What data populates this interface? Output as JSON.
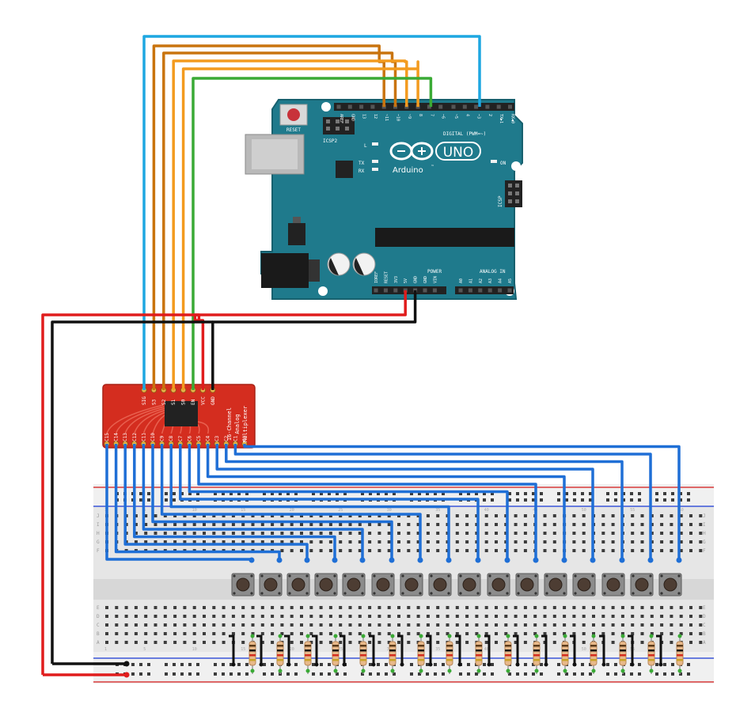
{
  "arduino": {
    "reset_label": "RESET",
    "icsp2_label": "ICSP2",
    "icsp_label": "ICSP",
    "logo_text": "UNO",
    "brand_text": "Arduino",
    "tm_text": "™",
    "digital_label": "DIGITAL (PWM=~)",
    "power_label": "POWER",
    "analog_label": "ANALOG IN",
    "led_l": "L",
    "led_tx": "TX",
    "led_rx": "RX",
    "led_on": "ON",
    "digital_pins": [
      "AREF",
      "GND",
      "13",
      "12",
      "~11",
      "~10",
      "~9",
      "8",
      "7",
      "~6",
      "~5",
      "4",
      "~3",
      "2",
      "TX▶1",
      "RX◀0"
    ],
    "power_pins": [
      "IOREF",
      "RESET",
      "3V3",
      "5V",
      "GND",
      "GND",
      "VIN"
    ],
    "analog_pins": [
      "A0",
      "A1",
      "A2",
      "A3",
      "A4",
      "A5"
    ],
    "board_color": "#1f7a8c"
  },
  "mux": {
    "top_pins": [
      "SIG",
      "S3",
      "S2",
      "S1",
      "S0",
      "EN",
      "VCC",
      "GND"
    ],
    "bottom_pins": [
      "C15",
      "C14",
      "C13",
      "C12",
      "C11",
      "C10",
      "C9",
      "C8",
      "C7",
      "C6",
      "C5",
      "C4",
      "C3",
      "C2",
      "C1",
      "C0"
    ],
    "label_line1": "16-Channel",
    "label_line2": "Analog",
    "label_line3": "Multiplexer",
    "board_color": "#d42d1f"
  },
  "breadboard": {
    "row_letters_top": [
      "J",
      "I",
      "H",
      "G",
      "F"
    ],
    "row_letters_bottom": [
      "E",
      "D",
      "C",
      "B",
      "A"
    ],
    "column_numbers": [
      "1",
      "5",
      "10",
      "15",
      "20",
      "25",
      "30",
      "35",
      "40",
      "45",
      "50",
      "55",
      "60"
    ]
  },
  "colors": {
    "wire_blue": "#1f6fd6",
    "wire_cyan": "#1ea7e1",
    "wire_orange": "#f39b1f",
    "wire_dark_orange": "#c9740e",
    "wire_green": "#3aaa35",
    "wire_red": "#e01c1c",
    "wire_black": "#111111"
  }
}
